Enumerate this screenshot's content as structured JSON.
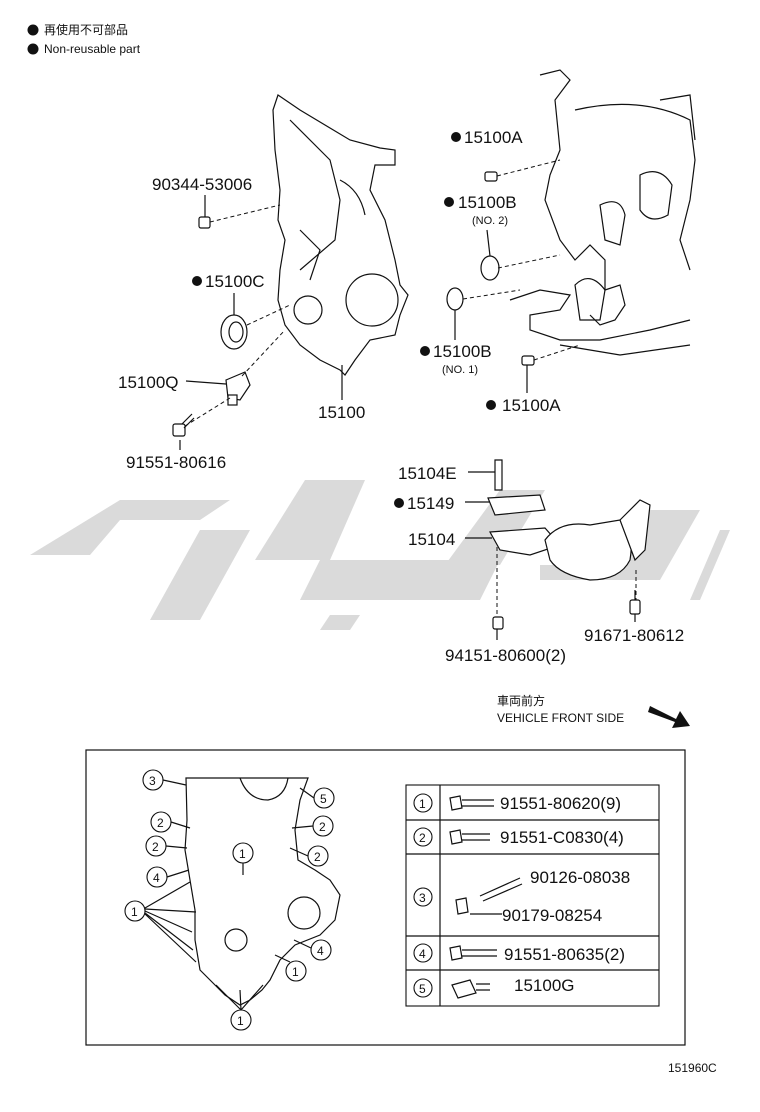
{
  "legend": {
    "line1": "再使用不可部品",
    "line2": "Non-reusable part"
  },
  "parts": {
    "p15100A_top": "15100A",
    "p15100B_upper": "15100B",
    "p15100B_upper_note": "(NO. 2)",
    "p90344": "90344-53006",
    "p15100C": "15100C",
    "p15100B_lower": "15100B",
    "p15100B_lower_note": "(NO. 1)",
    "p15100Q": "15100Q",
    "p15100": "15100",
    "p15100A_bottom": "15100A",
    "p91551_80616": "91551-80616",
    "p15104E": "15104E",
    "p15149": "15149",
    "p15104": "15104",
    "p91671": "91671-80612",
    "p94151": "94151-80600(2)"
  },
  "direction": {
    "jp": "車両前方",
    "en": "VEHICLE FRONT SIDE"
  },
  "inset": {
    "callouts": [
      "3",
      "2",
      "2",
      "4",
      "1",
      "1",
      "5",
      "2",
      "2",
      "4",
      "1",
      "1"
    ],
    "table": [
      {
        "num": "1",
        "parts": [
          "91551-80620(9)"
        ]
      },
      {
        "num": "2",
        "parts": [
          "91551-C0830(4)"
        ]
      },
      {
        "num": "3",
        "parts": [
          "90126-08038",
          "90179-08254"
        ]
      },
      {
        "num": "4",
        "parts": [
          "91551-80635(2)"
        ]
      },
      {
        "num": "5",
        "parts": [
          "15100G"
        ]
      }
    ]
  },
  "figure_id": "151960C"
}
